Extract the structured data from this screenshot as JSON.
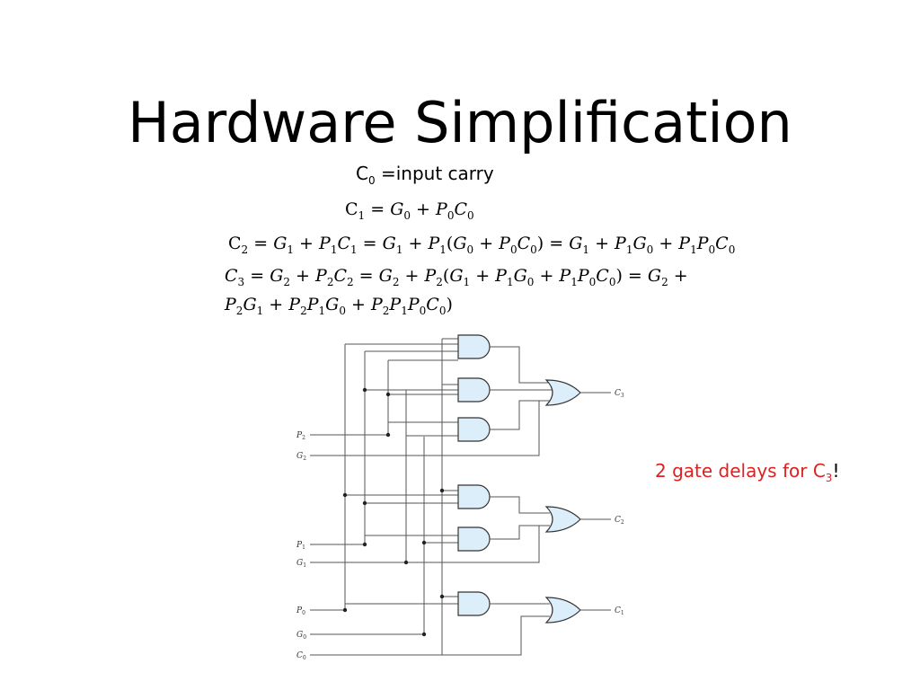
{
  "slide": {
    "title": "Hardware Simplification"
  },
  "equations": {
    "c0": {
      "symbol": "C",
      "sub": "0",
      "text": " =input carry"
    },
    "c1": "C1 = G0 + P0C0",
    "c2": "C2 = G1 + P1C1 = G1 + P1(G0 + P0C0) = G1 + P1G0 + P1P0C0",
    "c3_line1": "C3 = G2 + P2C2 = G2 + P2(G1 + P1G0 + P1P0C0) = G2 +",
    "c3_line2": "P2G1 + P2P1G0 + P2P1P0C0)"
  },
  "note": {
    "text": "2 gate delays for C",
    "sub": "3",
    "suffix": "!",
    "color": "#e02020"
  },
  "circuit": {
    "input_labels": [
      {
        "name": "P",
        "sub": "2"
      },
      {
        "name": "G",
        "sub": "2"
      },
      {
        "name": "P",
        "sub": "1"
      },
      {
        "name": "G",
        "sub": "1"
      },
      {
        "name": "P",
        "sub": "0"
      },
      {
        "name": "G",
        "sub": "0"
      },
      {
        "name": "C",
        "sub": "0"
      }
    ],
    "output_labels": [
      {
        "name": "C",
        "sub": "3"
      },
      {
        "name": "C",
        "sub": "2"
      },
      {
        "name": "C",
        "sub": "1"
      }
    ]
  }
}
